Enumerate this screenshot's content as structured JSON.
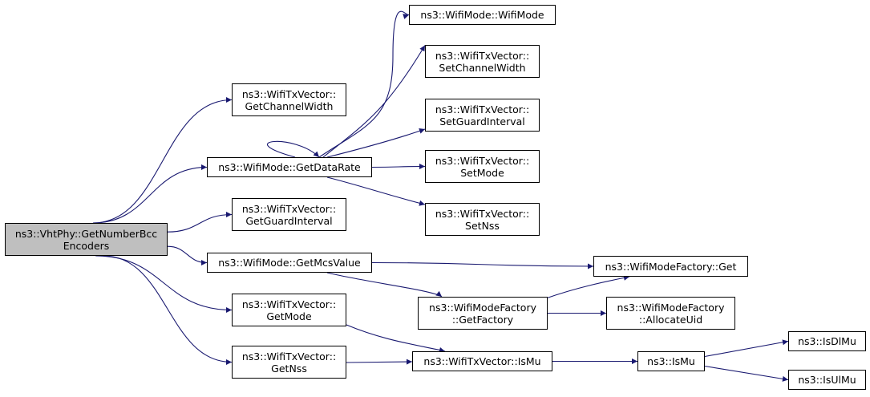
{
  "colors": {
    "edge": "#191970",
    "root_fill": "#bfbfbf",
    "node_fill": "#ffffff",
    "border": "#000000"
  },
  "nodes": [
    {
      "id": "root",
      "lines": [
        "ns3::VhtPhy::GetNumberBcc",
        "Encoders"
      ],
      "root": true
    },
    {
      "id": "txv_chw",
      "lines": [
        "ns3::WifiTxVector::",
        "GetChannelWidth"
      ]
    },
    {
      "id": "wm_dr",
      "lines": [
        "ns3::WifiMode::GetDataRate"
      ]
    },
    {
      "id": "txv_gi",
      "lines": [
        "ns3::WifiTxVector::",
        "GetGuardInterval"
      ]
    },
    {
      "id": "wm_mcs",
      "lines": [
        "ns3::WifiMode::GetMcsValue"
      ]
    },
    {
      "id": "txv_mode",
      "lines": [
        "ns3::WifiTxVector::",
        "GetMode"
      ]
    },
    {
      "id": "txv_nss",
      "lines": [
        "ns3::WifiTxVector::",
        "GetNss"
      ]
    },
    {
      "id": "wm_ctor",
      "lines": [
        "ns3::WifiMode::WifiMode"
      ]
    },
    {
      "id": "txv_setchw",
      "lines": [
        "ns3::WifiTxVector::",
        "SetChannelWidth"
      ]
    },
    {
      "id": "txv_setgi",
      "lines": [
        "ns3::WifiTxVector::",
        "SetGuardInterval"
      ]
    },
    {
      "id": "txv_setmode",
      "lines": [
        "ns3::WifiTxVector::",
        "SetMode"
      ]
    },
    {
      "id": "txv_setnss",
      "lines": [
        "ns3::WifiTxVector::",
        "SetNss"
      ]
    },
    {
      "id": "wmf_get",
      "lines": [
        "ns3::WifiModeFactory::Get"
      ]
    },
    {
      "id": "wmf_getf",
      "lines": [
        "ns3::WifiModeFactory",
        "::GetFactory"
      ]
    },
    {
      "id": "wmf_alloc",
      "lines": [
        "ns3::WifiModeFactory",
        "::AllocateUid"
      ]
    },
    {
      "id": "txv_ismu",
      "lines": [
        "ns3::WifiTxVector::IsMu"
      ]
    },
    {
      "id": "ismu",
      "lines": [
        "ns3::IsMu"
      ]
    },
    {
      "id": "isdlmu",
      "lines": [
        "ns3::IsDlMu"
      ]
    },
    {
      "id": "isulmu",
      "lines": [
        "ns3::IsUlMu"
      ]
    }
  ],
  "edges": [
    [
      "root",
      "txv_chw"
    ],
    [
      "root",
      "wm_dr"
    ],
    [
      "root",
      "txv_gi"
    ],
    [
      "root",
      "wm_mcs"
    ],
    [
      "root",
      "txv_mode"
    ],
    [
      "root",
      "txv_nss"
    ],
    [
      "wm_dr",
      "wm_dr"
    ],
    [
      "wm_dr",
      "wm_ctor"
    ],
    [
      "wm_dr",
      "txv_setchw"
    ],
    [
      "wm_dr",
      "txv_setgi"
    ],
    [
      "wm_dr",
      "txv_setmode"
    ],
    [
      "wm_dr",
      "txv_setnss"
    ],
    [
      "wm_mcs",
      "wmf_get"
    ],
    [
      "wm_mcs",
      "wmf_getf"
    ],
    [
      "wmf_getf",
      "wmf_get"
    ],
    [
      "wmf_getf",
      "wmf_alloc"
    ],
    [
      "txv_mode",
      "txv_ismu"
    ],
    [
      "txv_nss",
      "txv_ismu"
    ],
    [
      "txv_ismu",
      "ismu"
    ],
    [
      "ismu",
      "isdlmu"
    ],
    [
      "ismu",
      "isulmu"
    ]
  ]
}
